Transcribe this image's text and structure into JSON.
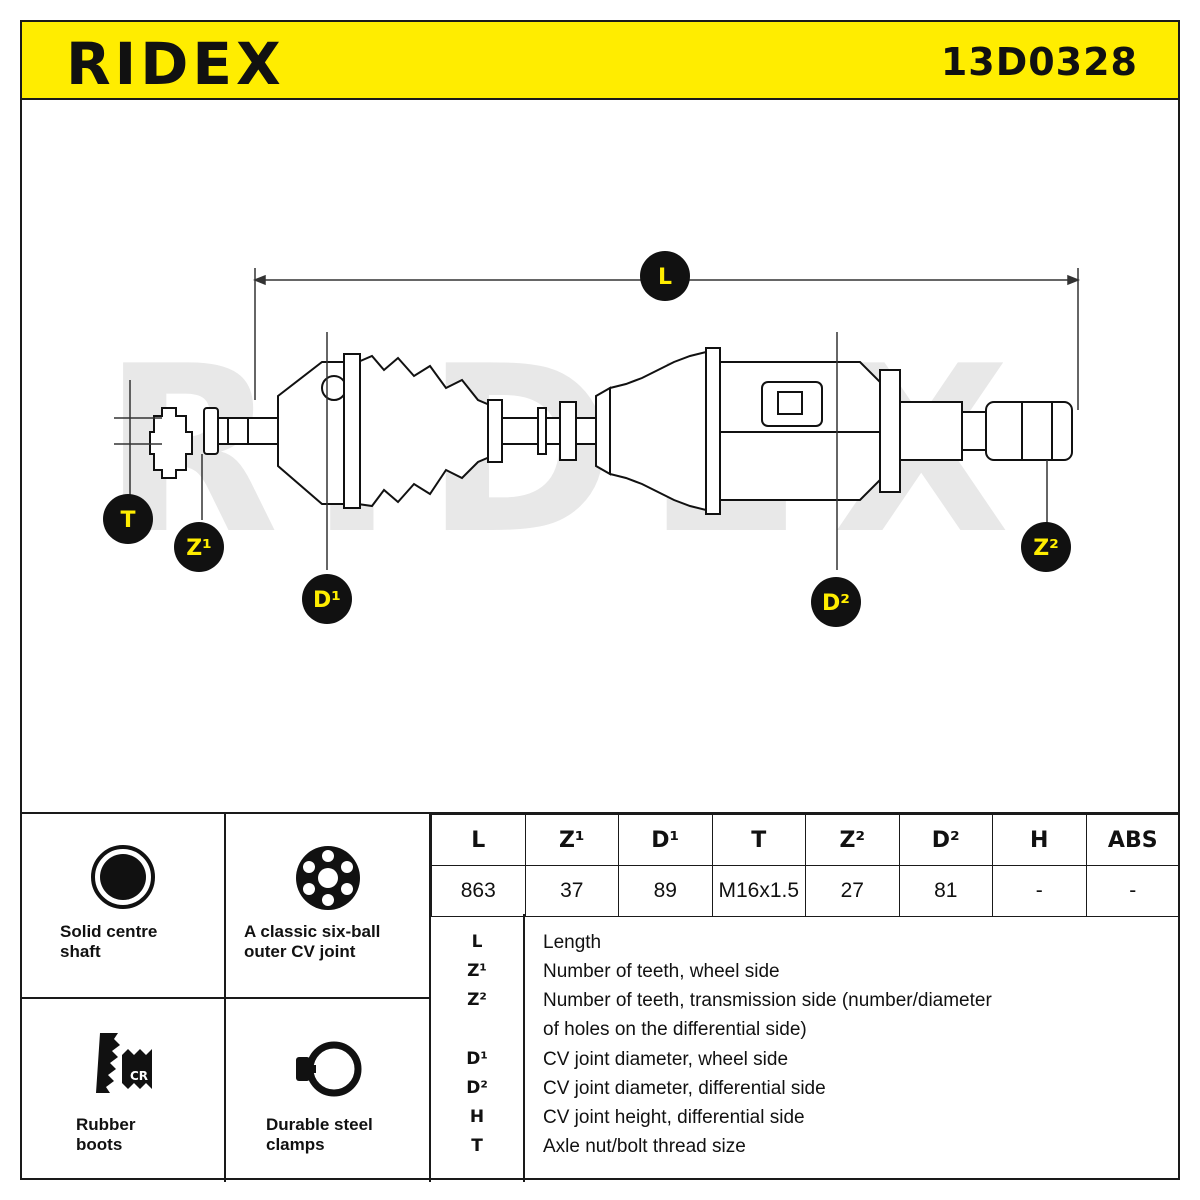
{
  "header": {
    "brand": "RIDEX",
    "part_number": "13D0328"
  },
  "watermark": {
    "text": "RIDEX"
  },
  "drawing": {
    "labels": {
      "L": "L",
      "T": "T",
      "Z1": "Z¹",
      "Z2": "Z²",
      "D1": "D¹",
      "D2": "D²"
    }
  },
  "features": [
    {
      "label": "Solid centre shaft",
      "icon": "solid-shaft-icon"
    },
    {
      "label": "A classic six-ball outer CV joint",
      "icon": "six-ball-joint-icon"
    },
    {
      "label": "Rubber boots",
      "icon": "rubber-boot-icon",
      "icon_text": "CR"
    },
    {
      "label": "Durable steel clamps",
      "icon": "steel-clamp-icon"
    }
  ],
  "spec_table": {
    "headers": [
      "L",
      "Z¹",
      "D¹",
      "T",
      "Z²",
      "D²",
      "H",
      "ABS"
    ],
    "values": [
      "863",
      "37",
      "89",
      "M16x1.5",
      "27",
      "81",
      "-",
      "-"
    ]
  },
  "legend": [
    {
      "symbol": "L",
      "description": "Length"
    },
    {
      "symbol": "Z¹",
      "description": "Number of teeth, wheel side"
    },
    {
      "symbol": "Z²",
      "description": "Number of teeth, transmission side (number/diameter"
    },
    {
      "symbol": "",
      "description": "of holes on the differential side)"
    },
    {
      "symbol": "D¹",
      "description": "CV joint diameter, wheel side"
    },
    {
      "symbol": "D²",
      "description": "CV joint diameter, differential side"
    },
    {
      "symbol": "H",
      "description": "CV joint height, differential side"
    },
    {
      "symbol": "T",
      "description": "Axle nut/bolt thread size"
    }
  ],
  "colors": {
    "accent": "#ffed00",
    "ink": "#111111",
    "watermark": "#e6e6e6"
  }
}
